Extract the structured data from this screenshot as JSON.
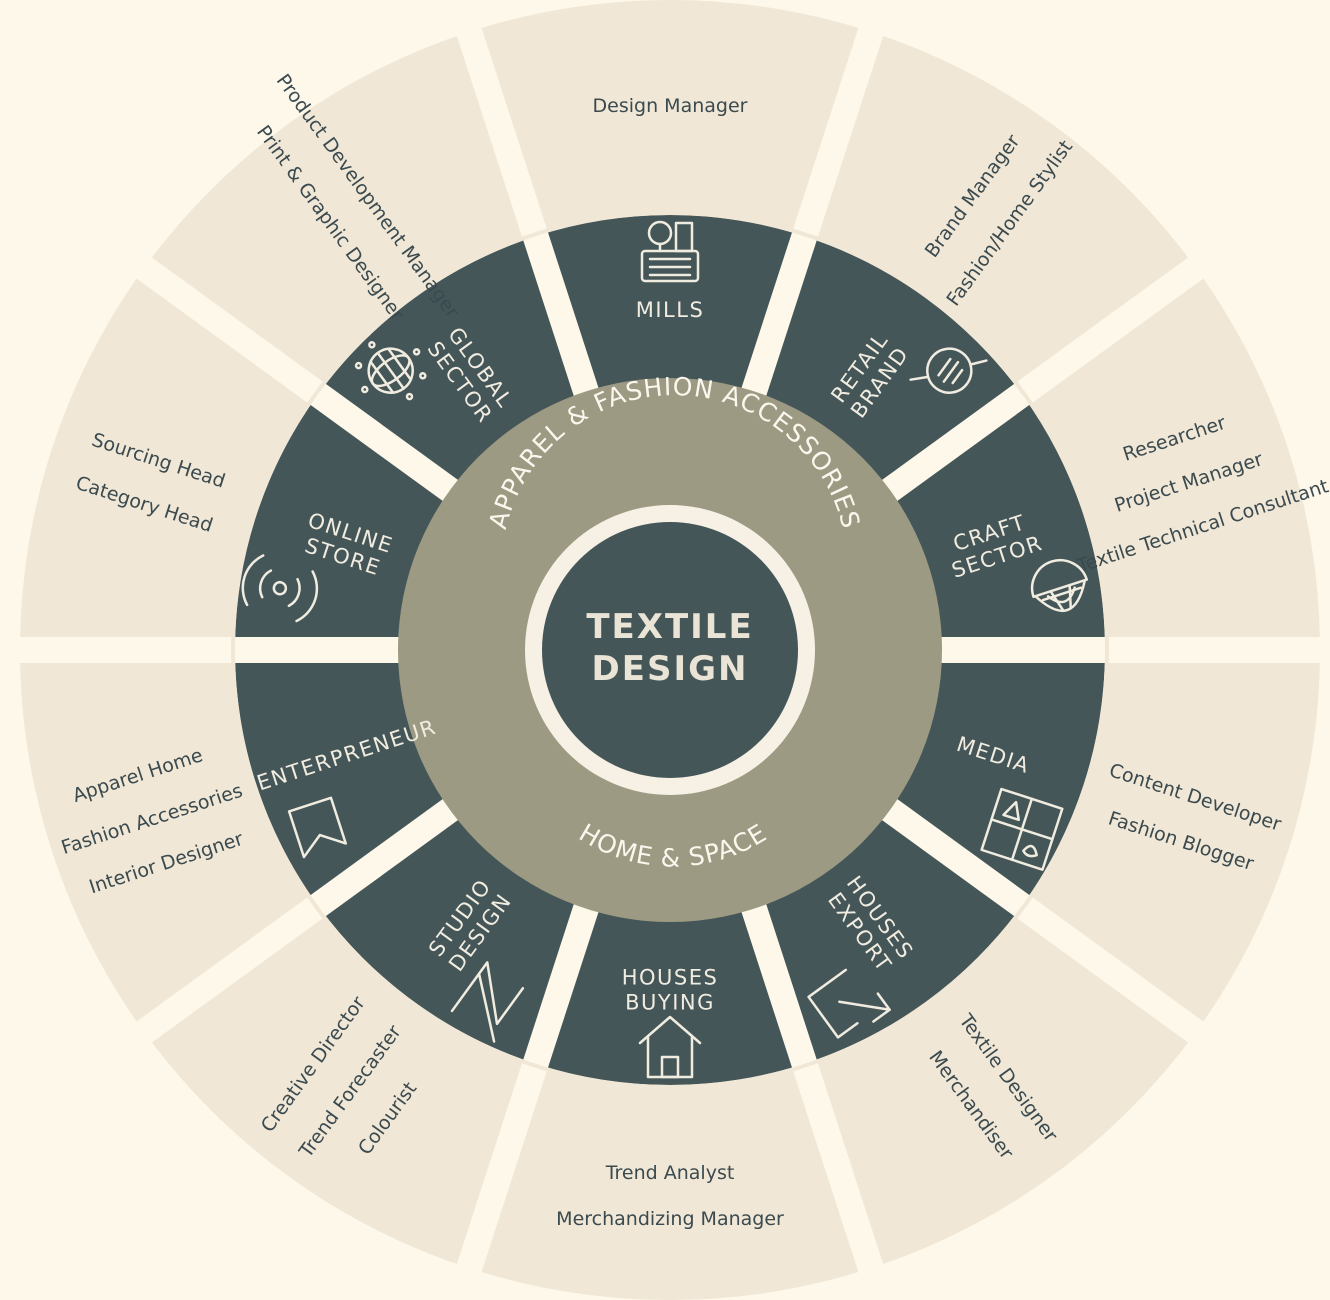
{
  "colors": {
    "background": "#fdf8ea",
    "outer_segment": "#f1e7d6",
    "sector_ring": "#455659",
    "category_ring": "#9c9a82",
    "center": "#455659",
    "center_border": "#f6f1e4",
    "role_text": "#3a4a4f",
    "light_text": "#f1ece0"
  },
  "center": {
    "title_line1": "TEXTILE",
    "title_line2": "DESIGN"
  },
  "categories": {
    "top": "APPAREL & FASHION ACCESSORIES",
    "bottom": "HOME & SPACE"
  },
  "segments": [
    {
      "id": "mills",
      "sector_lines": [
        "MILLS"
      ],
      "icon": "loom-icon",
      "roles": [
        "Design Manager"
      ]
    },
    {
      "id": "retail-brand",
      "sector_lines": [
        "RETAIL",
        "BRAND"
      ],
      "icon": "tag-icon",
      "roles": [
        "Brand Manager",
        "Fashion/Home Stylist"
      ]
    },
    {
      "id": "craft-sector",
      "sector_lines": [
        "CRAFT",
        "SECTOR"
      ],
      "icon": "basket-icon",
      "roles": [
        "Researcher",
        "Project Manager",
        "Textile Technical Consultant"
      ]
    },
    {
      "id": "media",
      "sector_lines": [
        "MEDIA"
      ],
      "icon": "media-grid-icon",
      "roles": [
        "Content Developer",
        "Fashion Blogger"
      ]
    },
    {
      "id": "export-houses",
      "sector_lines": [
        "HOUSES",
        "EXPORT"
      ],
      "icon": "export-icon",
      "roles": [
        "Textile Designer",
        "Merchandiser"
      ]
    },
    {
      "id": "buying-houses",
      "sector_lines": [
        "HOUSES",
        "BUYING"
      ],
      "icon": "house-icon",
      "roles": [
        "Trend Analyst",
        "Merchandizing Manager"
      ]
    },
    {
      "id": "design-studio",
      "sector_lines": [
        "STUDIO",
        "DESIGN"
      ],
      "icon": "zigzag-icon",
      "roles": [
        "Creative Director",
        "Trend Forecaster",
        "Colourist"
      ]
    },
    {
      "id": "entrepreneur",
      "sector_lines": [
        "ENTERPRENEUR"
      ],
      "icon": "bookmark-icon",
      "roles": [
        "Apparel Home",
        "Fashion Accessories",
        "Interior Designer"
      ]
    },
    {
      "id": "online-store",
      "sector_lines": [
        "ONLINE",
        "STORE"
      ],
      "icon": "signal-icon",
      "roles": [
        "Sourcing Head",
        "Category Head"
      ]
    },
    {
      "id": "global-sector",
      "sector_lines": [
        "GLOBAL",
        "SECTOR"
      ],
      "icon": "globe-icon",
      "roles": [
        "Product Development Manager",
        "Print & Graphic Designer"
      ]
    }
  ]
}
